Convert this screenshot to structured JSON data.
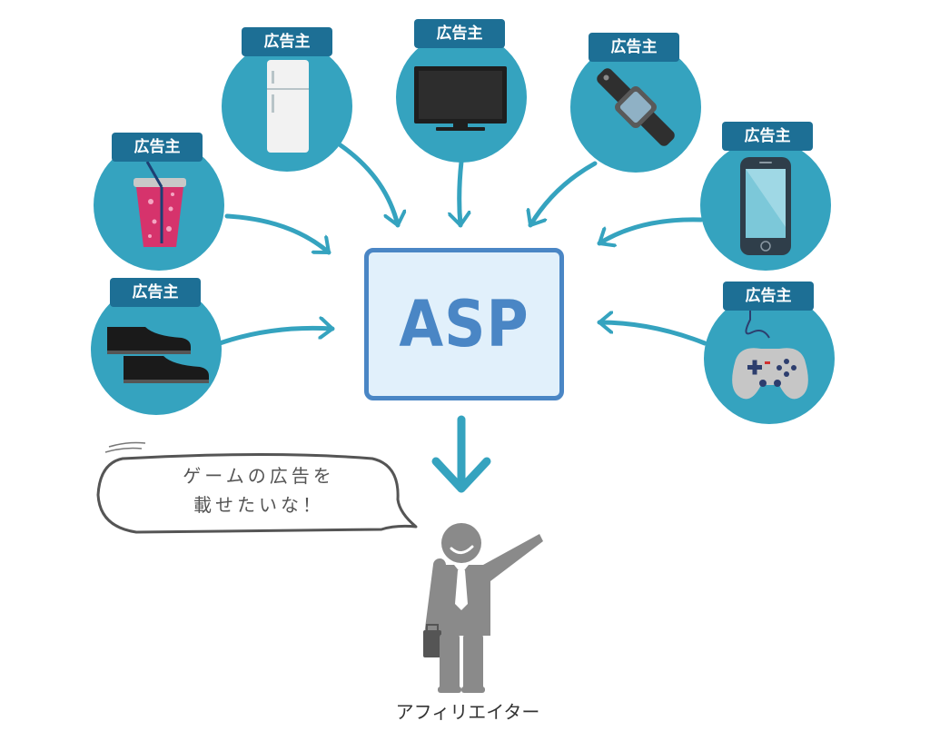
{
  "advertiser_label": "広告主",
  "advertisers": [
    {
      "item": "drink-cup-icon"
    },
    {
      "item": "refrigerator-icon"
    },
    {
      "item": "television-icon"
    },
    {
      "item": "smartwatch-icon"
    },
    {
      "item": "smartphone-icon"
    },
    {
      "item": "shoes-icon"
    },
    {
      "item": "game-controller-icon"
    }
  ],
  "center_node": {
    "label": "ASP"
  },
  "speech_bubble": {
    "line1": "ゲームの広告を",
    "line2": "載せたいな！"
  },
  "affiliate": {
    "label": "アフィリエイター"
  },
  "colors": {
    "circle": "#35a3bf",
    "tag": "#1d6f95",
    "arrow": "#35a3bf",
    "asp_border": "#4a86c5",
    "asp_fill": "#e1f0fb",
    "person": "#8a8a8a"
  }
}
